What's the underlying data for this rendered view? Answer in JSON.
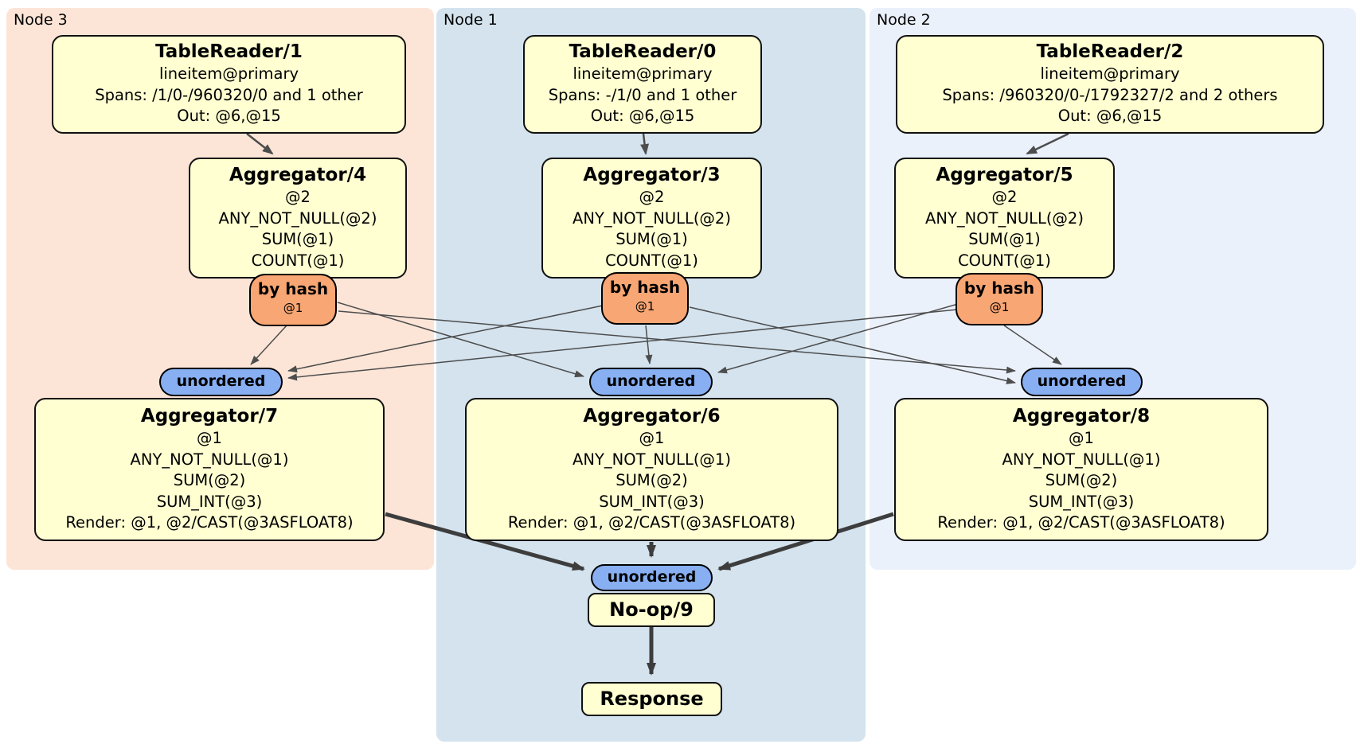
{
  "regions": [
    {
      "label": "Node 3"
    },
    {
      "label": "Node 1"
    },
    {
      "label": "Node 2"
    }
  ],
  "processors": {
    "tr1": {
      "title": "TableReader/1",
      "lines": [
        "lineitem@primary",
        "Spans: /1/0-/960320/0 and 1 other",
        "Out: @6,@15"
      ]
    },
    "tr0": {
      "title": "TableReader/0",
      "lines": [
        "lineitem@primary",
        "Spans: -/1/0 and 1 other",
        "Out: @6,@15"
      ]
    },
    "tr2": {
      "title": "TableReader/2",
      "lines": [
        "lineitem@primary",
        "Spans: /960320/0-/1792327/2 and 2 others",
        "Out: @6,@15"
      ]
    },
    "agg4": {
      "title": "Aggregator/4",
      "lines": [
        "@2",
        "ANY_NOT_NULL(@2)",
        "SUM(@1)",
        "COUNT(@1)"
      ]
    },
    "agg3": {
      "title": "Aggregator/3",
      "lines": [
        "@2",
        "ANY_NOT_NULL(@2)",
        "SUM(@1)",
        "COUNT(@1)"
      ]
    },
    "agg5": {
      "title": "Aggregator/5",
      "lines": [
        "@2",
        "ANY_NOT_NULL(@2)",
        "SUM(@1)",
        "COUNT(@1)"
      ]
    },
    "agg7": {
      "title": "Aggregator/7",
      "lines": [
        "@1",
        "ANY_NOT_NULL(@1)",
        "SUM(@2)",
        "SUM_INT(@3)",
        "Render: @1, @2/CAST(@3ASFLOAT8)"
      ]
    },
    "agg6": {
      "title": "Aggregator/6",
      "lines": [
        "@1",
        "ANY_NOT_NULL(@1)",
        "SUM(@2)",
        "SUM_INT(@3)",
        "Render: @1, @2/CAST(@3ASFLOAT8)"
      ]
    },
    "agg8": {
      "title": "Aggregator/8",
      "lines": [
        "@1",
        "ANY_NOT_NULL(@1)",
        "SUM(@2)",
        "SUM_INT(@3)",
        "Render: @1, @2/CAST(@3ASFLOAT8)"
      ]
    },
    "noop": {
      "title": "No-op/9"
    },
    "response": {
      "title": "Response"
    }
  },
  "routers": {
    "h3": {
      "label": "by hash",
      "sub": "@1"
    },
    "h1": {
      "label": "by hash",
      "sub": "@1"
    },
    "h2": {
      "label": "by hash",
      "sub": "@1"
    }
  },
  "syncs": {
    "u3": {
      "label": "unordered"
    },
    "u1": {
      "label": "unordered"
    },
    "u2": {
      "label": "unordered"
    },
    "final": {
      "label": "unordered"
    }
  },
  "colors": {
    "node3-bg": "#fce5d7",
    "node1-bg": "#d4e3ee",
    "node2-bg": "#ebf1fb",
    "box-bg": "#ffffd2",
    "box-border": "#111111",
    "router-bg": "#f8a674",
    "sync-bg": "#87aff2",
    "edge": "#4d4d4d",
    "edge-thick": "#3d3d3d",
    "label": "#000000"
  }
}
